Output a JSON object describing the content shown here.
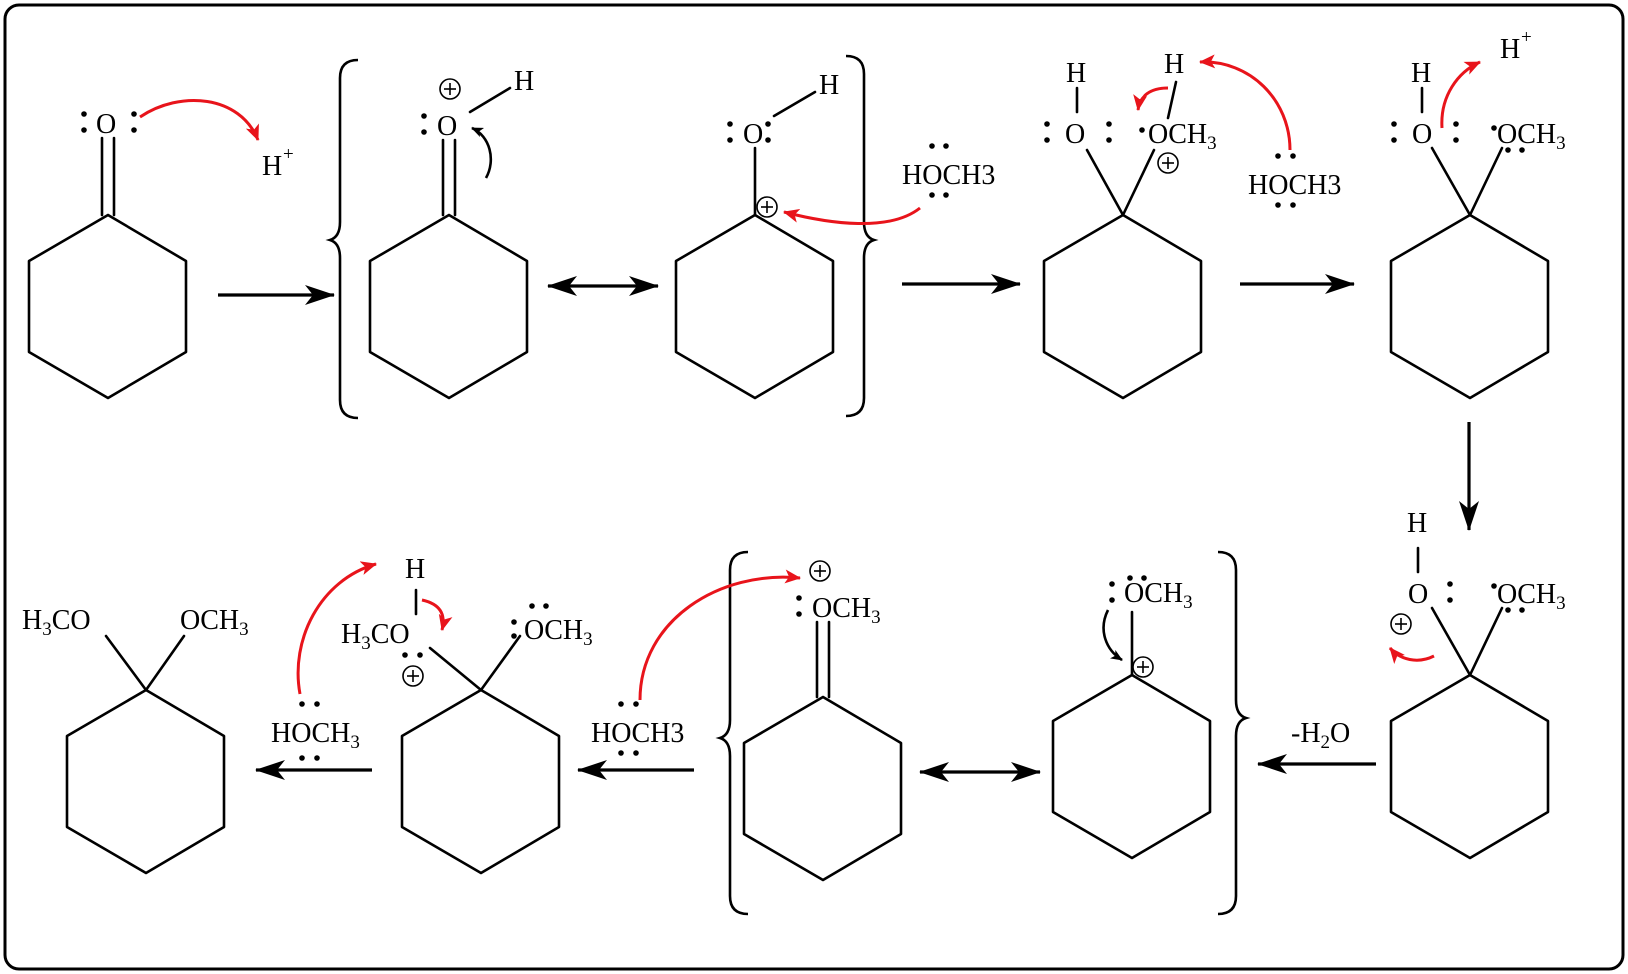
{
  "labels": {
    "o1": "O",
    "h_plus_1": "H",
    "h_plus_1_sup": "+",
    "o2": "O",
    "h2": "H",
    "o3": "O",
    "h3": "H",
    "methanol_1": "HOCH3",
    "o4": "O",
    "h4": "H",
    "h4b": "H",
    "och3_4": "OCH",
    "sub3": "3",
    "methanol_2": "HOCH3",
    "o5": "O",
    "h5": "H",
    "h_plus_5": "H",
    "h_plus_5_sup": "+",
    "och3_5": "OCH",
    "o6": "O",
    "h6": "H",
    "och3_6": "OCH",
    "minus_water_pre": "-H",
    "water_sub": "2",
    "water_post": "O",
    "och3_7": "OCH",
    "och3_8": "OCH",
    "methanol_3": "HOCH3",
    "h3co_9": "H",
    "co_9": "CO",
    "h9": "H",
    "och3_9": "OCH",
    "methanol_4_pre": "HOCH",
    "h3co_10": "H",
    "co_10": "CO",
    "och3_10": "OCH"
  },
  "colors": {
    "electron_arrow": "#e8141b",
    "ink": "#000000",
    "background": "#ffffff"
  }
}
